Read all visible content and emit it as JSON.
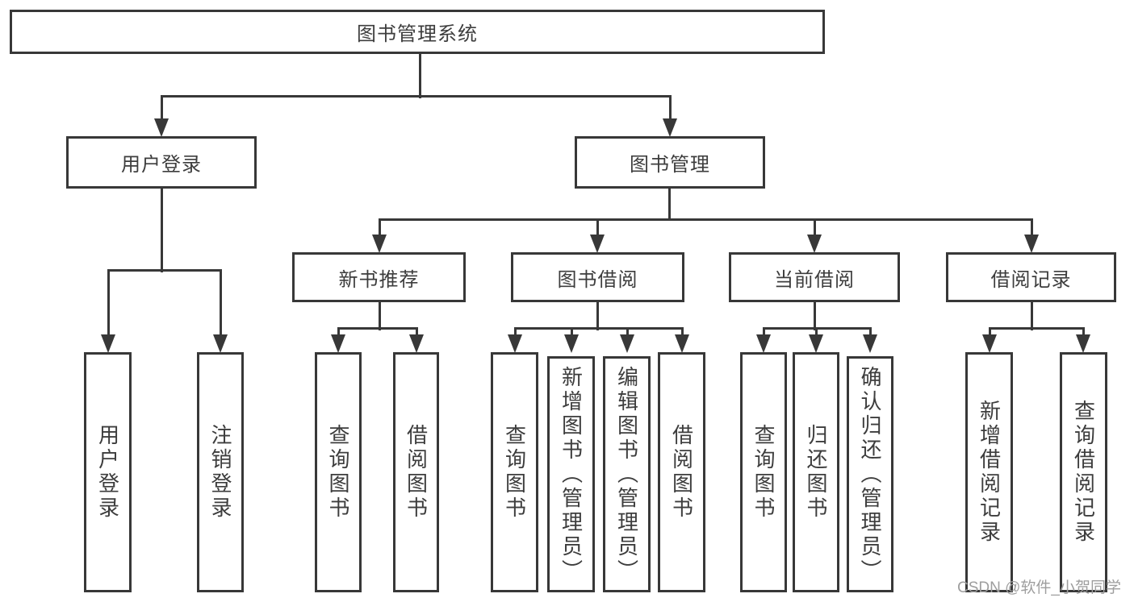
{
  "diagram": {
    "root": {
      "label": "图书管理系统"
    },
    "level2": [
      {
        "label": "用户登录"
      },
      {
        "label": "图书管理"
      }
    ],
    "level3": [
      {
        "label": "新书推荐"
      },
      {
        "label": "图书借阅"
      },
      {
        "label": "当前借阅"
      },
      {
        "label": "借阅记录"
      }
    ],
    "leaves": {
      "user_login": [
        {
          "label": "用户登录"
        },
        {
          "label": "注销登录"
        }
      ],
      "new_books": [
        {
          "label": "查询图书"
        },
        {
          "label": "借阅图书"
        }
      ],
      "book_borrow": [
        {
          "label": "查询图书"
        },
        {
          "label": "新增图书（管理员）"
        },
        {
          "label": "编辑图书（管理员）"
        },
        {
          "label": "借阅图书"
        }
      ],
      "current_borrow": [
        {
          "label": "查询图书"
        },
        {
          "label": "归还图书"
        },
        {
          "label": "确认归还（管理员）"
        }
      ],
      "borrow_records": [
        {
          "label": "新增借阅记录"
        },
        {
          "label": "查询借阅记录"
        }
      ]
    }
  },
  "watermark": {
    "text": "CSDN @软件_小贺同学",
    "color": "#9e9e9e"
  },
  "colors": {
    "line": "#383838",
    "text": "#3d3d3d",
    "background": "#ffffff"
  }
}
